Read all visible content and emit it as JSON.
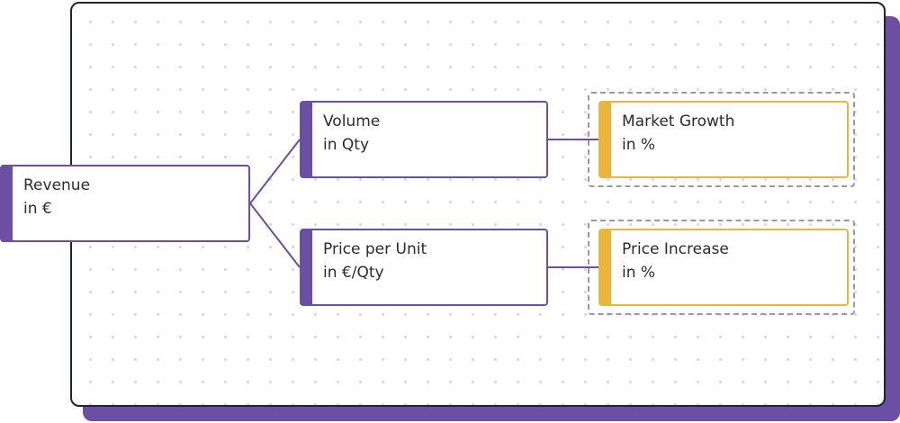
{
  "diagram": {
    "colors": {
      "accent": "#6b4fa3",
      "driver": "#eab53a",
      "frame": "#1f2430",
      "dashed": "#9a97a8"
    },
    "nodes": {
      "revenue": {
        "title": "Revenue",
        "unit": "in €"
      },
      "volume": {
        "title": "Volume",
        "unit": "in Qty"
      },
      "price_per_unit": {
        "title": "Price per Unit",
        "unit": "in €/Qty"
      },
      "market_growth": {
        "title": "Market Growth",
        "unit": "in %"
      },
      "price_increase": {
        "title": "Price Increase",
        "unit": "in %"
      }
    },
    "edges": [
      {
        "from": "revenue",
        "to": "volume"
      },
      {
        "from": "revenue",
        "to": "price_per_unit"
      },
      {
        "from": "volume",
        "to": "market_growth"
      },
      {
        "from": "price_per_unit",
        "to": "price_increase"
      }
    ]
  }
}
